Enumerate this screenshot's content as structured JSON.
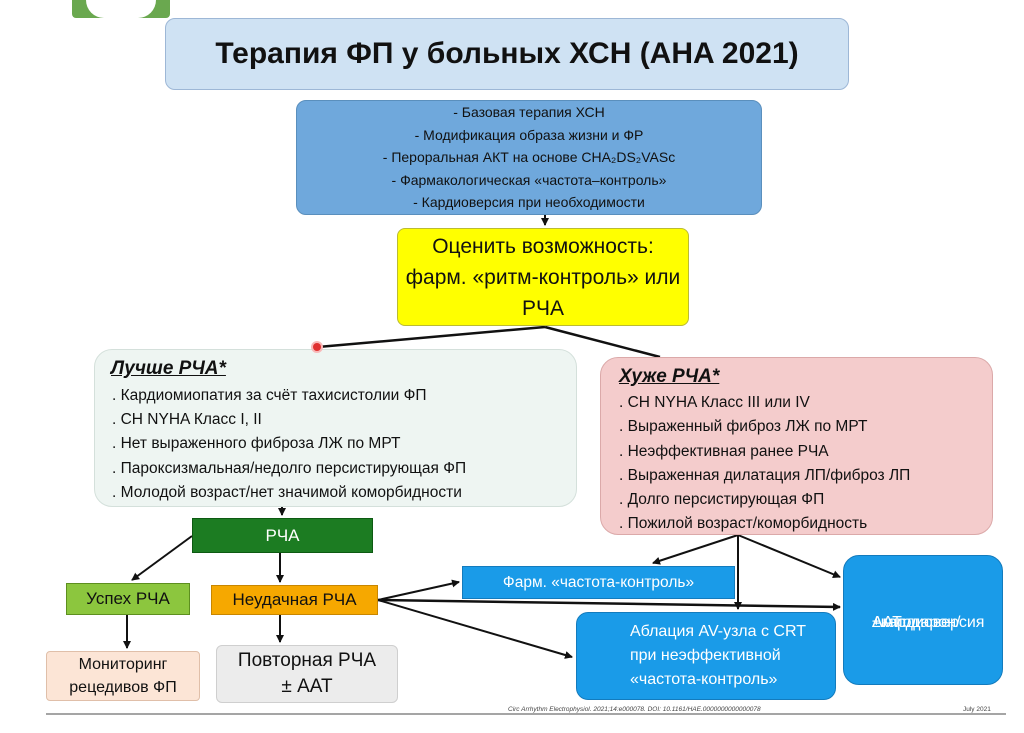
{
  "title": "Терапия ФП у больных ХСН (AHA 2021)",
  "base_therapy": [
    "- Базовая терапия ХСН",
    "- Модификация образа жизни и ФР",
    "- Пероральная АКТ на основе CHA₂DS₂VASc",
    "- Фармакологическая «частота–контроль»",
    "- Кардиоверсия при необходимости"
  ],
  "evaluate": [
    "Оценить возможность:",
    "фарм. «ритм-контроль» или",
    "РЧА"
  ],
  "better": {
    "heading": "Лучше РЧА*",
    "items": [
      ". Кардиомиопатия за счёт тахисистолии ФП",
      ". СН  NYHA Класс I, II",
      ". Нет выраженного фиброза ЛЖ по МРТ",
      ". Пароксизмальная/недолго персистирующая ФП",
      ". Молодой возраст/нет значимой коморбидности"
    ]
  },
  "worse": {
    "heading": "Хуже РЧА*",
    "items": [
      ". СН  NYHA Класс III или IV",
      ". Выраженный фиброз ЛЖ по МРТ",
      ". Неэффективная ранее РЧА",
      ". Выраженная дилатация ЛП/фиброз ЛП",
      ". Долго персистирующая ФП",
      ". Пожилой возраст/коморбидность"
    ]
  },
  "rfa": "РЧА",
  "success": "Успех РЧА",
  "fail": "Неудачная РЧА",
  "monitoring": [
    "Мониторинг",
    "рецедивов ФП"
  ],
  "repeat": [
    "Повторная РЧА",
    "± ААТ"
  ],
  "rate_control": "Фарм. «частота-контроль»",
  "ablation": [
    "Аблация AV-узла с CRT",
    "при неэффективной",
    "«частота-контроль»"
  ],
  "aat": [
    "ААТ:",
    "Амиодарон/",
    "±кардиоверсия"
  ],
  "source": "Circ Arrhythm Electrophysiol. 2021;14:e000078. DOI: 10.1161/HAE.0000000000000078",
  "date": "July 2021",
  "colors": {
    "title_bg": "#cfe2f3",
    "base_bg": "#6fa8dc",
    "evaluate_bg": "#ffff00",
    "better_bg": "#eef5f2",
    "worse_bg": "#f4cccc",
    "rfa_bg": "#1c7c22",
    "success_bg": "#8cc63e",
    "fail_bg": "#f6a800",
    "blue_box": "#1a9be8"
  }
}
